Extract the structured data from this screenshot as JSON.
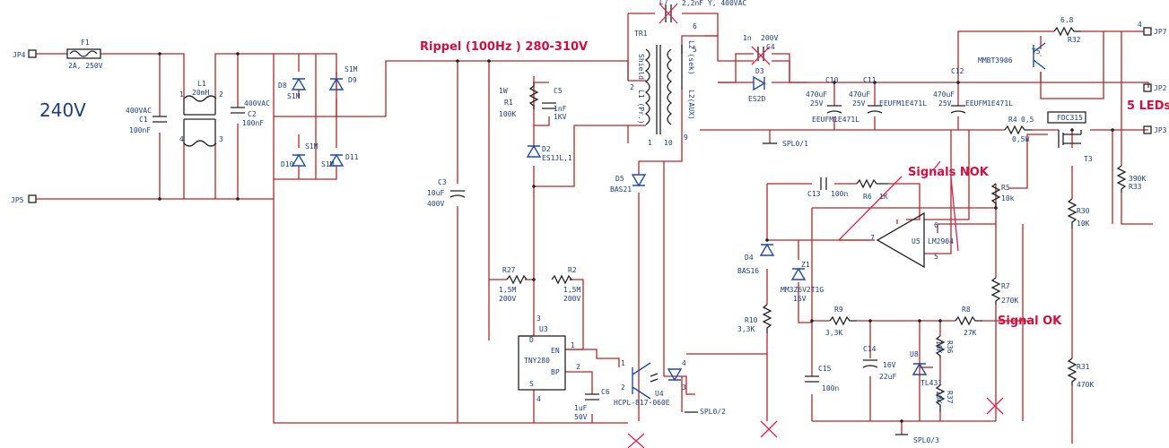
{
  "headline": {
    "voltage": "240V",
    "ripple_note": "Rippel (100Hz ) 280-310V",
    "signals_nok": "Signals NOK",
    "signal_ok": "Signal OK",
    "leds_note": "5 LEDs"
  },
  "connectors": {
    "jp4": "JP4",
    "jp5": "JP5",
    "jp7": "JP7",
    "jp2": "JP2",
    "jp3": "JP3"
  },
  "pins": {
    "jp7_pin": "4",
    "u3_p3": "3",
    "u3_p4": "4",
    "u3_p1": "1",
    "u3_p2": "2",
    "u4_p1": "1",
    "u4_p2": "2",
    "u4_p3": "3",
    "u4_p4": "4",
    "u5_p5": "5",
    "u5_p6": "6",
    "u5_p7": "7",
    "tr_p1": "1",
    "tr_p2": "2",
    "tr_p5": "5",
    "tr_p6": "6",
    "tr_p9": "9",
    "tr_p10": "10",
    "l1_p1": "1",
    "l1_p2": "2",
    "l1_p3": "3",
    "l1_p4": "4"
  },
  "components": {
    "f1": {
      "ref": "F1",
      "val": "2A, 250V"
    },
    "c1": {
      "ref": "C1",
      "val1": "400VAC",
      "val2": "100nF"
    },
    "l1": {
      "ref": "L1",
      "val": "20mH"
    },
    "c2": {
      "ref": "C2",
      "val1": "400VAC",
      "val2": "100nF"
    },
    "d8": {
      "ref": "D8",
      "val": "S1M"
    },
    "d9": {
      "ref": "D9",
      "val": "S1M"
    },
    "d10": {
      "ref": "D10",
      "val": "S1M"
    },
    "d11": {
      "ref": "D11",
      "val": "S1M"
    },
    "c3": {
      "ref": "C3",
      "val1": "10uF",
      "val2": "400V"
    },
    "r1": {
      "ref": "R1",
      "val1": "1W",
      "val2": "100K"
    },
    "c5": {
      "ref": "C5",
      "val1": "1nF",
      "val2": "1KV"
    },
    "d2": {
      "ref": "D2",
      "val": "ES1JL,1"
    },
    "tr1": {
      "ref": "TR1",
      "shield": "Shield",
      "l1": "L1 (Pr.)",
      "l2": "L2 (sek)",
      "l2aux": "L2(AUX)"
    },
    "c7": {
      "ref": "C7",
      "val": "2,2nF Y, 400VAC"
    },
    "c4": {
      "ref": "C4",
      "val1": "1n",
      "val2": "200V"
    },
    "d3": {
      "ref": "D3",
      "val": "ES2D"
    },
    "d5": {
      "ref": "D5",
      "val": "BAS21"
    },
    "c10": {
      "ref": "C10",
      "val1": "470uF",
      "val2": "25V",
      "part": "EEUFM1E471L"
    },
    "c11": {
      "ref": "C11",
      "val1": "470uF",
      "val2": "25V",
      "part": "EEUFM1E471L"
    },
    "c12": {
      "ref": "C12",
      "val1": "470uF",
      "val2": "25V",
      "part": "EEUFM1E471L"
    },
    "r32": {
      "ref": "R32",
      "val": "6.8"
    },
    "t5": {
      "ref": "T5",
      "val": "MMBT3906"
    },
    "r4": {
      "ref": "R4",
      "val1": "0,5",
      "val2": "0,5W"
    },
    "t3": {
      "ref": "T3",
      "val": "FDC315"
    },
    "r33": {
      "ref": "R33",
      "val": "390K"
    },
    "spl01": "SPL0/1",
    "c13": {
      "ref": "C13",
      "val": "100n"
    },
    "r6": {
      "ref": "R6",
      "val": "1K"
    },
    "r5": {
      "ref": "R5",
      "val": "10k"
    },
    "r30": {
      "ref": "R30",
      "val": "10K"
    },
    "u5": {
      "ref": "U5",
      "val": "LM2904"
    },
    "d4": {
      "ref": "D4",
      "val": "BAS16"
    },
    "z1": {
      "ref": "Z1",
      "val1": "MM3Z6V2T1G",
      "val2": "16V"
    },
    "r7": {
      "ref": "R7",
      "val": "270K"
    },
    "r27": {
      "ref": "R27",
      "val1": "1,5M",
      "val2": "200V"
    },
    "r2": {
      "ref": "R2",
      "val1": "1,5M",
      "val2": "200V"
    },
    "u3": {
      "ref": "U3",
      "val": "TNY280",
      "pin_d": "D",
      "pin_en": "EN",
      "pin_bp": "BP",
      "pin_s": "S"
    },
    "c6": {
      "ref": "C6",
      "val1": "1uF",
      "val2": "50V"
    },
    "u4": {
      "ref": "U4",
      "val": "HCPL-817-060E"
    },
    "spl02": "SPL0/2",
    "r10": {
      "ref": "R10",
      "val": "3,3K"
    },
    "r9": {
      "ref": "R9",
      "val": "3,3K"
    },
    "r8": {
      "ref": "R8",
      "val": "27K"
    },
    "c14": {
      "ref": "C14",
      "val1": "16V",
      "val2": "22uF"
    },
    "c15": {
      "ref": "C15",
      "val": "100n"
    },
    "u8": {
      "ref": "U8",
      "val": "TL431"
    },
    "r36": {
      "ref": "R36",
      "val": "10K"
    },
    "r37": {
      "ref": "R37",
      "val": "10K"
    },
    "r31": {
      "ref": "R31",
      "val": "470K"
    },
    "spl03": "SPL0/3"
  },
  "colors": {
    "wire": "#b3262a",
    "component": "#222222",
    "label": "#1f3d7a",
    "annotation": "#d01040"
  }
}
